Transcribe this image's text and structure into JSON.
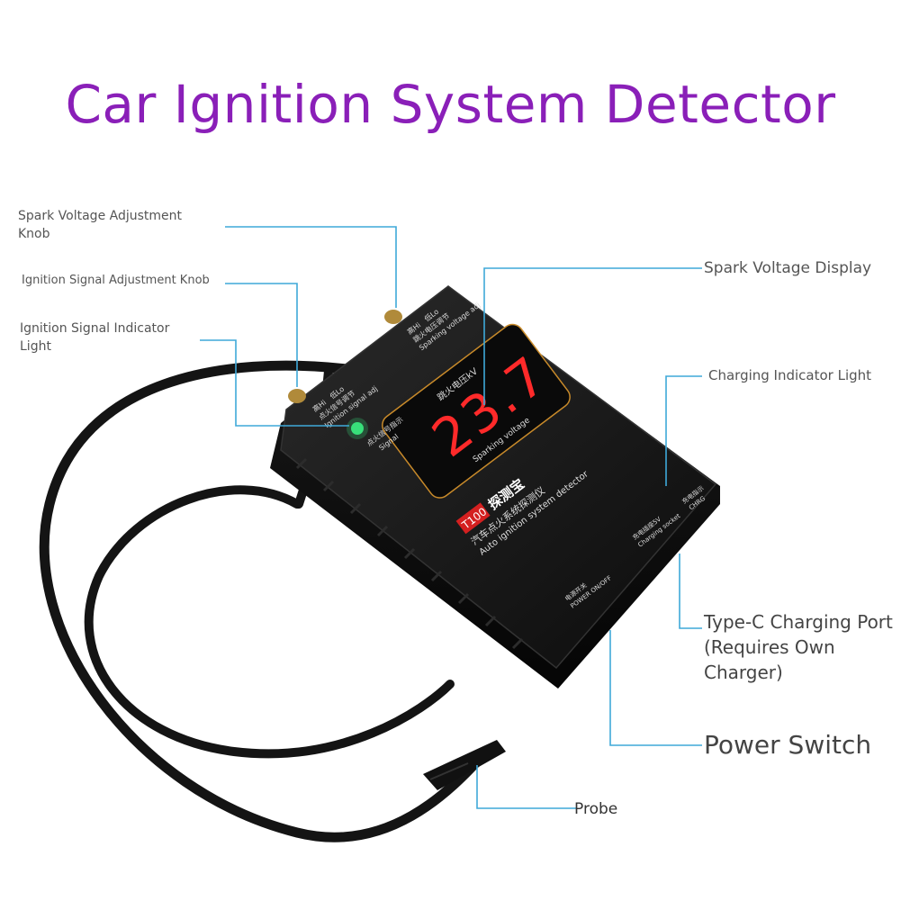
{
  "title": "Car Ignition System Detector",
  "callouts": {
    "spark_knob": "Spark Voltage Adjustment Knob",
    "signal_knob": "Ignition Signal Adjustment Knob",
    "signal_light": "Ignition Signal Indicator Light",
    "display": "Spark Voltage Display",
    "charging_light": "Charging Indicator Light",
    "typec_port": "Type-C Charging Port (Requires Own Charger)",
    "power_switch": "Power Switch",
    "probe": "Probe"
  },
  "device": {
    "reading": "23.7",
    "model": "T100",
    "brand_cn": "探测宝",
    "name_cn": "汽车点火系统探测仪",
    "name_en": "Auto ignition system detector",
    "display_label_cn": "跳火电压kV",
    "display_label_en": "Sparking voltage",
    "signal_label_cn": "点火信号指示",
    "signal_label_en": "Signal",
    "knob1_hi": "高Hi",
    "knob1_lo": "低Lo",
    "knob1_cn": "跳火电压调节",
    "knob1_en": "Sparking voltage adj",
    "knob2_hi": "高Hi",
    "knob2_lo": "低Lo",
    "knob2_cn": "点火信号调节",
    "knob2_en": "Ignition signal adj",
    "charging_cn": "充电指示",
    "charging_en": "CHRG",
    "socket_cn": "充电插座5V",
    "socket_en": "Charging socket",
    "power_cn": "电源开关",
    "power_en": "POWER ON/OFF"
  },
  "colors": {
    "title": "#8a1fb8",
    "leader_line": "#3fa9d9",
    "led_green": "#39e07a",
    "display_red": "#ff2a2a",
    "model_badge": "#d42020",
    "display_frame": "#c88a2a"
  }
}
